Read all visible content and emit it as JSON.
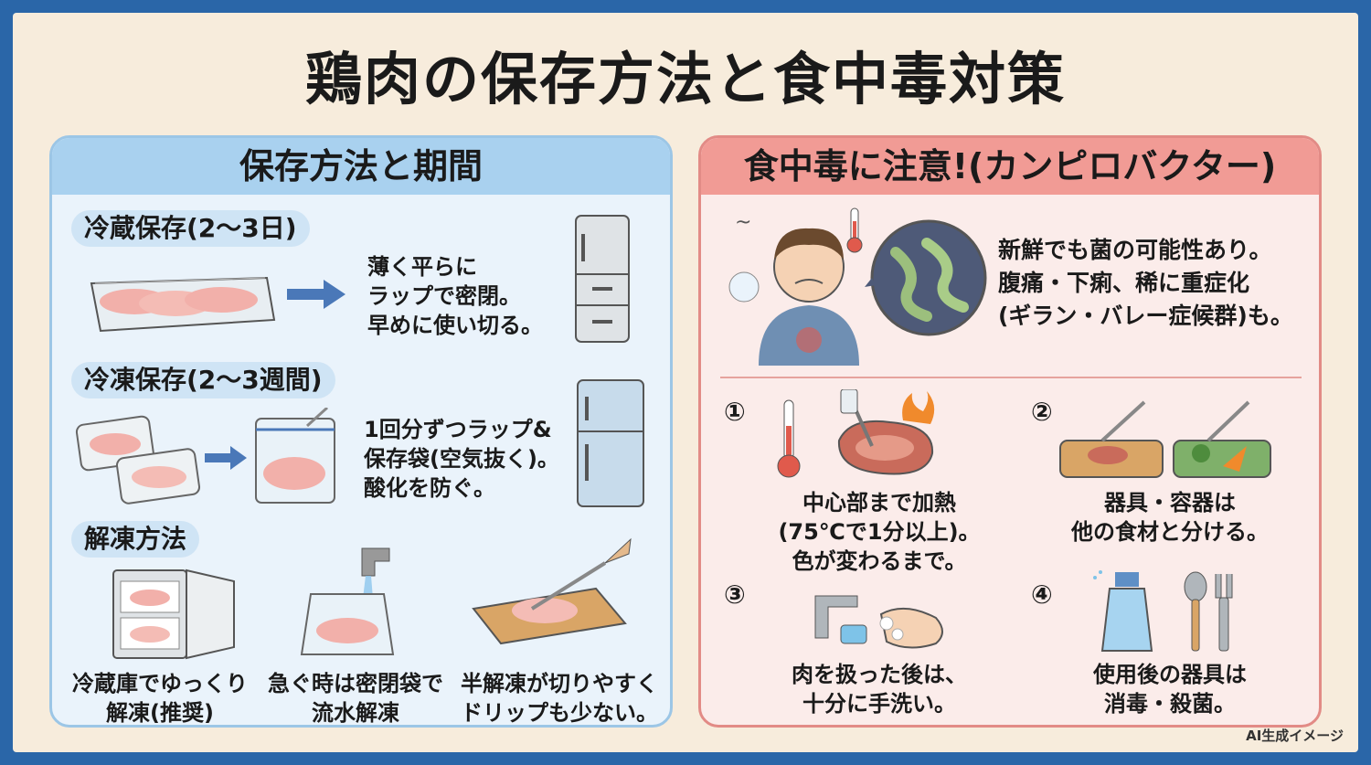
{
  "title": "鶏肉の保存方法と食中毒対策",
  "left": {
    "heading": "保存方法と期間",
    "fridge": {
      "label": "冷蔵保存(2〜3日)",
      "lines": [
        "薄く平らに",
        "ラップで密閉。",
        "早めに使い切る。"
      ]
    },
    "freezer": {
      "label": "冷凍保存(2〜3週間)",
      "lines": [
        "1回分ずつラップ&",
        "保存袋(空気抜く)。",
        "酸化を防ぐ。"
      ]
    },
    "thaw": {
      "label": "解凍方法",
      "items": [
        {
          "l1": "冷蔵庫でゆっくり",
          "l2": "解凍(推奨)"
        },
        {
          "l1": "急ぐ時は密閉袋で",
          "l2": "流水解凍"
        },
        {
          "l1": "半解凍が切りやすく",
          "l2": "ドリップも少ない。"
        }
      ]
    }
  },
  "right": {
    "heading": "食中毒に注意!(カンピロバクター)",
    "warning": [
      "新鮮でも菌の可能性あり。",
      "腹痛・下痢、稀に重症化",
      "(ギラン・バレー症候群)も。"
    ],
    "tips": [
      {
        "num": "①",
        "lines": [
          "中心部まで加熱",
          "(75℃で1分以上)。",
          "色が変わるまで。"
        ]
      },
      {
        "num": "②",
        "lines": [
          "器具・容器は",
          "他の食材と分ける。"
        ]
      },
      {
        "num": "③",
        "lines": [
          "肉を扱った後は、",
          "十分に手洗い。"
        ]
      },
      {
        "num": "④",
        "lines": [
          "使用後の器具は",
          "消毒・殺菌。"
        ]
      }
    ]
  },
  "footer": "AI生成イメージ",
  "colors": {
    "frame": "#2a66a8",
    "left_accent": "#a9d1ef",
    "right_accent": "#f19b95"
  }
}
